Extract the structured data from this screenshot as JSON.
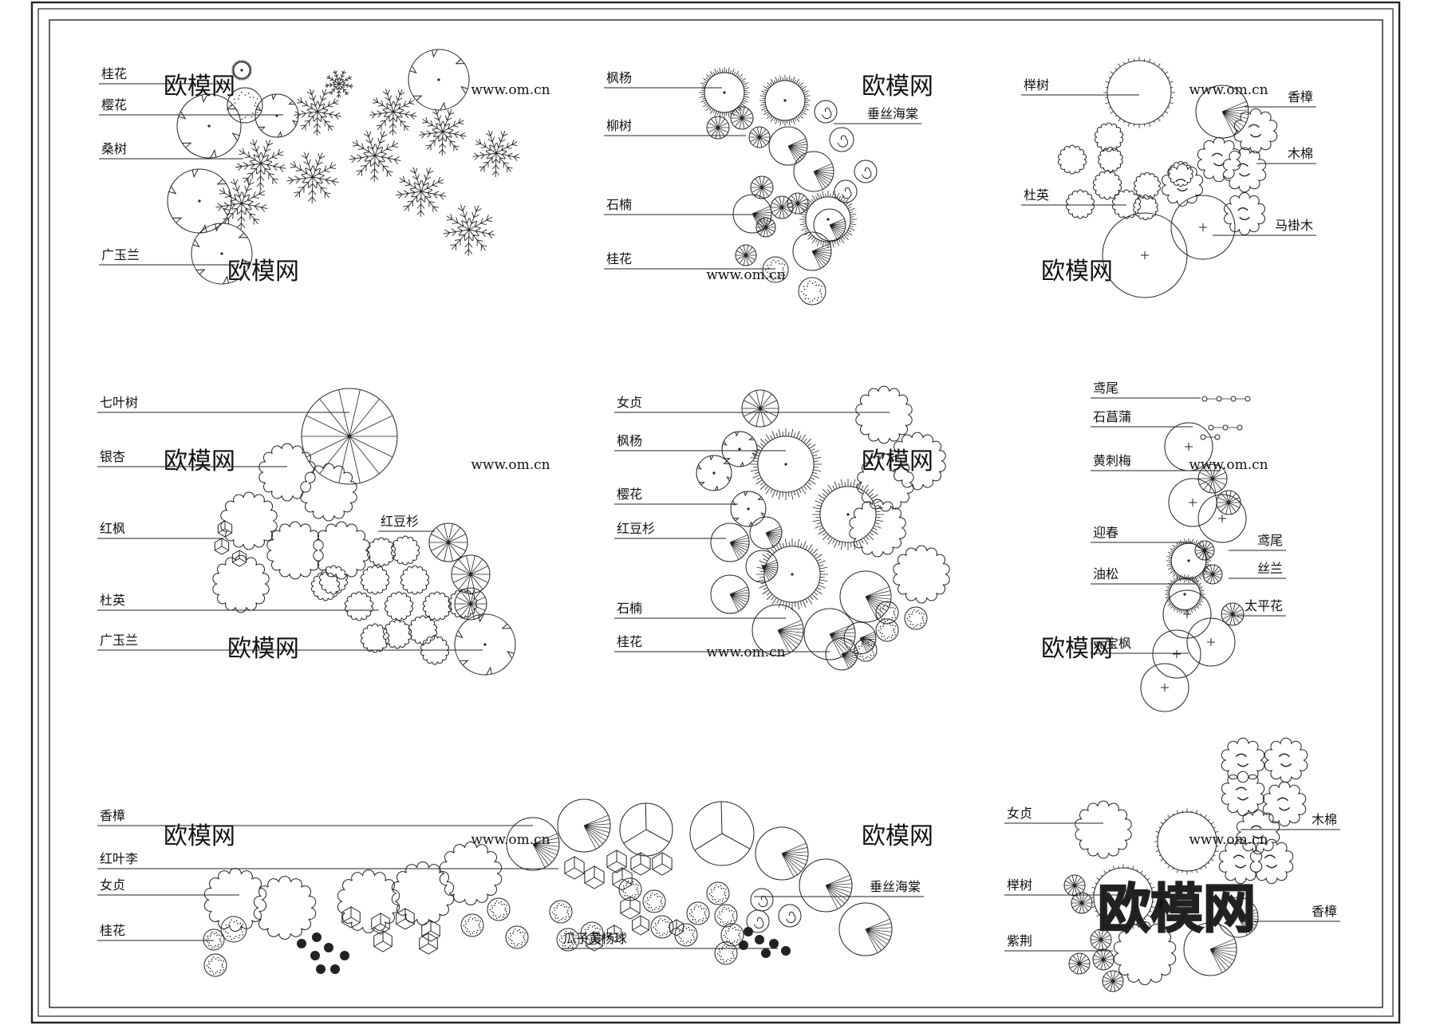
{
  "watermark": {
    "site": "www.om.cn",
    "brand": "欧模网"
  },
  "groups": [
    {
      "id": "g1",
      "labels": [
        {
          "id": "g1-l1",
          "text": "桂花",
          "side": "left"
        },
        {
          "id": "g1-l2",
          "text": "樱花",
          "side": "left"
        },
        {
          "id": "g1-l3",
          "text": "桑树",
          "side": "left"
        },
        {
          "id": "g1-l4",
          "text": "广玉兰",
          "side": "left"
        }
      ]
    },
    {
      "id": "g2",
      "labels": [
        {
          "id": "g2-l1",
          "text": "枫杨",
          "side": "left"
        },
        {
          "id": "g2-l2",
          "text": "垂丝海棠",
          "side": "right"
        },
        {
          "id": "g2-l3",
          "text": "柳树",
          "side": "left"
        },
        {
          "id": "g2-l4",
          "text": "石楠",
          "side": "left"
        },
        {
          "id": "g2-l5",
          "text": "桂花",
          "side": "left"
        }
      ]
    },
    {
      "id": "g3",
      "labels": [
        {
          "id": "g3-l1",
          "text": "榉树",
          "side": "left"
        },
        {
          "id": "g3-l2",
          "text": "香樟",
          "side": "right"
        },
        {
          "id": "g3-l3",
          "text": "木棉",
          "side": "right"
        },
        {
          "id": "g3-l4",
          "text": "杜英",
          "side": "left"
        },
        {
          "id": "g3-l5",
          "text": "马褂木",
          "side": "right"
        }
      ]
    },
    {
      "id": "g4",
      "labels": [
        {
          "id": "g4-l1",
          "text": "七叶树",
          "side": "left"
        },
        {
          "id": "g4-l2",
          "text": "银杏",
          "side": "left"
        },
        {
          "id": "g4-l3",
          "text": "红枫",
          "side": "left"
        },
        {
          "id": "g4-l4",
          "text": "红豆杉",
          "side": "left"
        },
        {
          "id": "g4-l5",
          "text": "杜英",
          "side": "left"
        },
        {
          "id": "g4-l6",
          "text": "广玉兰",
          "side": "left"
        }
      ]
    },
    {
      "id": "g5",
      "labels": [
        {
          "id": "g5-l1",
          "text": "女贞",
          "side": "left"
        },
        {
          "id": "g5-l2",
          "text": "枫杨",
          "side": "left"
        },
        {
          "id": "g5-l3",
          "text": "樱花",
          "side": "left"
        },
        {
          "id": "g5-l4",
          "text": "红豆杉",
          "side": "left"
        },
        {
          "id": "g5-l5",
          "text": "石楠",
          "side": "left"
        },
        {
          "id": "g5-l6",
          "text": "桂花",
          "side": "left"
        }
      ]
    },
    {
      "id": "g6",
      "labels": [
        {
          "id": "g6-l1",
          "text": "鸢尾",
          "side": "left"
        },
        {
          "id": "g6-l2",
          "text": "石菖蒲",
          "side": "left"
        },
        {
          "id": "g6-l3",
          "text": "黄刺梅",
          "side": "left"
        },
        {
          "id": "g6-l4",
          "text": "迎春",
          "side": "left"
        },
        {
          "id": "g6-l5",
          "text": "鸢尾",
          "side": "right"
        },
        {
          "id": "g6-l6",
          "text": "油松",
          "side": "left"
        },
        {
          "id": "g6-l7",
          "text": "丝兰",
          "side": "right"
        },
        {
          "id": "g6-l8",
          "text": "太平花",
          "side": "right"
        },
        {
          "id": "g6-l9",
          "text": "元宝枫",
          "side": "left"
        }
      ]
    },
    {
      "id": "g7",
      "labels": [
        {
          "id": "g7-l1",
          "text": "香樟",
          "side": "left"
        },
        {
          "id": "g7-l2",
          "text": "红叶李",
          "side": "left"
        },
        {
          "id": "g7-l3",
          "text": "女贞",
          "side": "left"
        },
        {
          "id": "g7-l4",
          "text": "垂丝海棠",
          "side": "right"
        },
        {
          "id": "g7-l5",
          "text": "桂花",
          "side": "left"
        },
        {
          "id": "g7-l6",
          "text": "瓜子黄杨球",
          "side": "left"
        }
      ]
    },
    {
      "id": "g8",
      "labels": [
        {
          "id": "g8-l1",
          "text": "女贞",
          "side": "left"
        },
        {
          "id": "g8-l2",
          "text": "木棉",
          "side": "right"
        },
        {
          "id": "g8-l3",
          "text": "榉树",
          "side": "left"
        },
        {
          "id": "g8-l4",
          "text": "紫荆",
          "side": "left"
        },
        {
          "id": "g8-l5",
          "text": "香樟",
          "side": "right"
        }
      ]
    }
  ]
}
